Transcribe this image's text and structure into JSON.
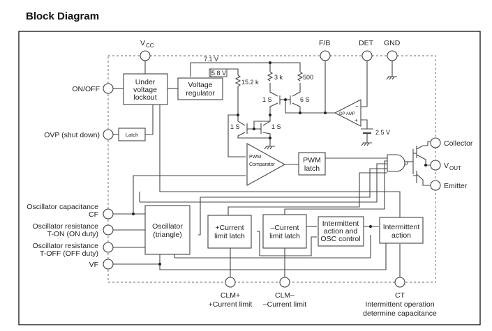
{
  "title": "Block Diagram",
  "pins": {
    "vcc": {
      "main": "V",
      "sub": "CC"
    },
    "fb": "F/B",
    "det": "DET",
    "gnd": "GND",
    "on_off": "ON/OFF",
    "ovp": "OVP (shut down)",
    "cf": {
      "line1": "Oscillator capacitance",
      "line2": "CF"
    },
    "ton": {
      "line1": "Oscillator resistance",
      "line2": "T-ON (ON duty)"
    },
    "toff": {
      "line1": "Oscillator resistance",
      "line2": "T-OFF (OFF duty)"
    },
    "vf": "VF",
    "collector": "Collector",
    "vout": {
      "main": "V",
      "sub": "OUT"
    },
    "emitter": "Emitter",
    "clm_plus": {
      "line1": "CLM+",
      "line2": "+Current limit"
    },
    "clm_minus": {
      "line1": "CLM–",
      "line2": "–Current limit"
    },
    "ct": {
      "line1": "CT",
      "line2": "Intermittent operation",
      "line3": "determine capacitance"
    }
  },
  "blocks": {
    "uvlo": [
      "Under",
      "voltage",
      "lockout"
    ],
    "vreg": [
      "Voltage",
      "regulator"
    ],
    "latch": "Latch",
    "pwm_comparator": [
      "PWM",
      "Comparator"
    ],
    "pwm_latch": [
      "PWM",
      "latch"
    ],
    "op_amp": "OP AMP",
    "oscillator": [
      "Oscillator",
      "(triangle)"
    ],
    "plus_clm_latch": [
      "+Current",
      "limit latch"
    ],
    "minus_clm_latch": [
      "–Current",
      "limit latch"
    ],
    "intermittent_osc": [
      "Intermittent",
      "action and",
      "OSC control"
    ],
    "intermittent_action": [
      "Intermittent",
      "action"
    ]
  },
  "annotations": {
    "v71": "7.1 V",
    "v58": "5.8 V",
    "r152k": "15.2 k",
    "r3k": "3 k",
    "r500": "500",
    "q1s_a": "1 S",
    "q6s": "6 S",
    "q1s_b": "1 S",
    "q1s_c": "1 S",
    "ref25": "2.5 V",
    "op_minus": "−",
    "op_plus": "+"
  }
}
